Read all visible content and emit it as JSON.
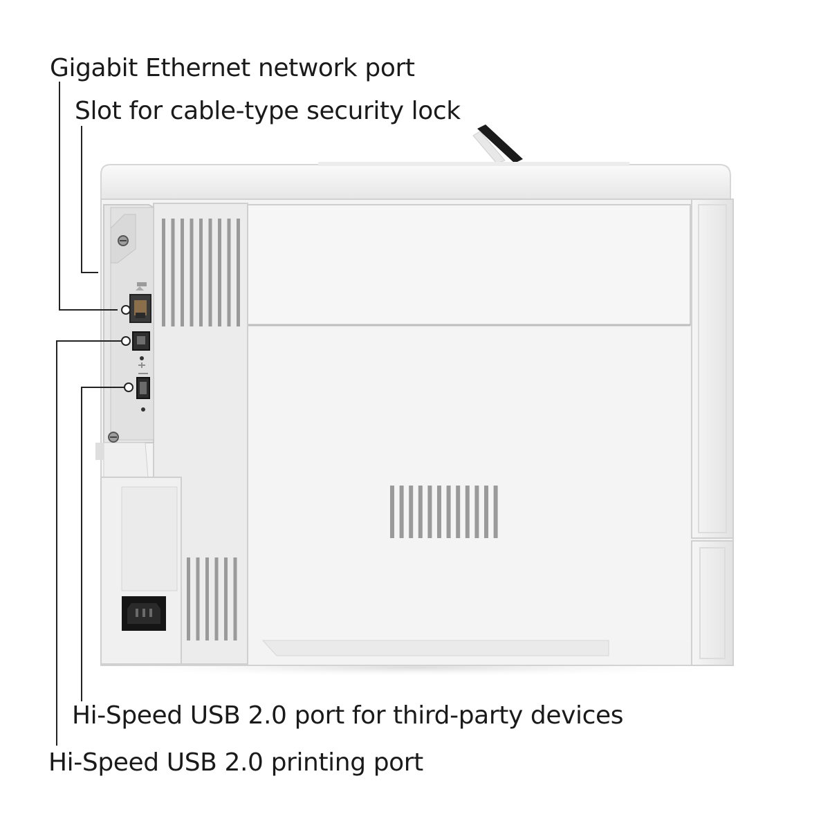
{
  "callouts": {
    "ethernet": "Gigabit Ethernet network port",
    "security_lock": "Slot for cable-type security lock",
    "usb_third_party": "Hi-Speed USB 2.0 port for third-party devices",
    "usb_printing": "Hi-Speed USB 2.0 printing port"
  },
  "colors": {
    "body": "#f2f2f2",
    "panel": "#ebebeb",
    "vent": "#9a9a9a",
    "leader": "#222222",
    "power_inlet": "#151515"
  },
  "icons": [
    "network-icon",
    "usb-icon",
    "screw-icon",
    "power-inlet-icon"
  ]
}
